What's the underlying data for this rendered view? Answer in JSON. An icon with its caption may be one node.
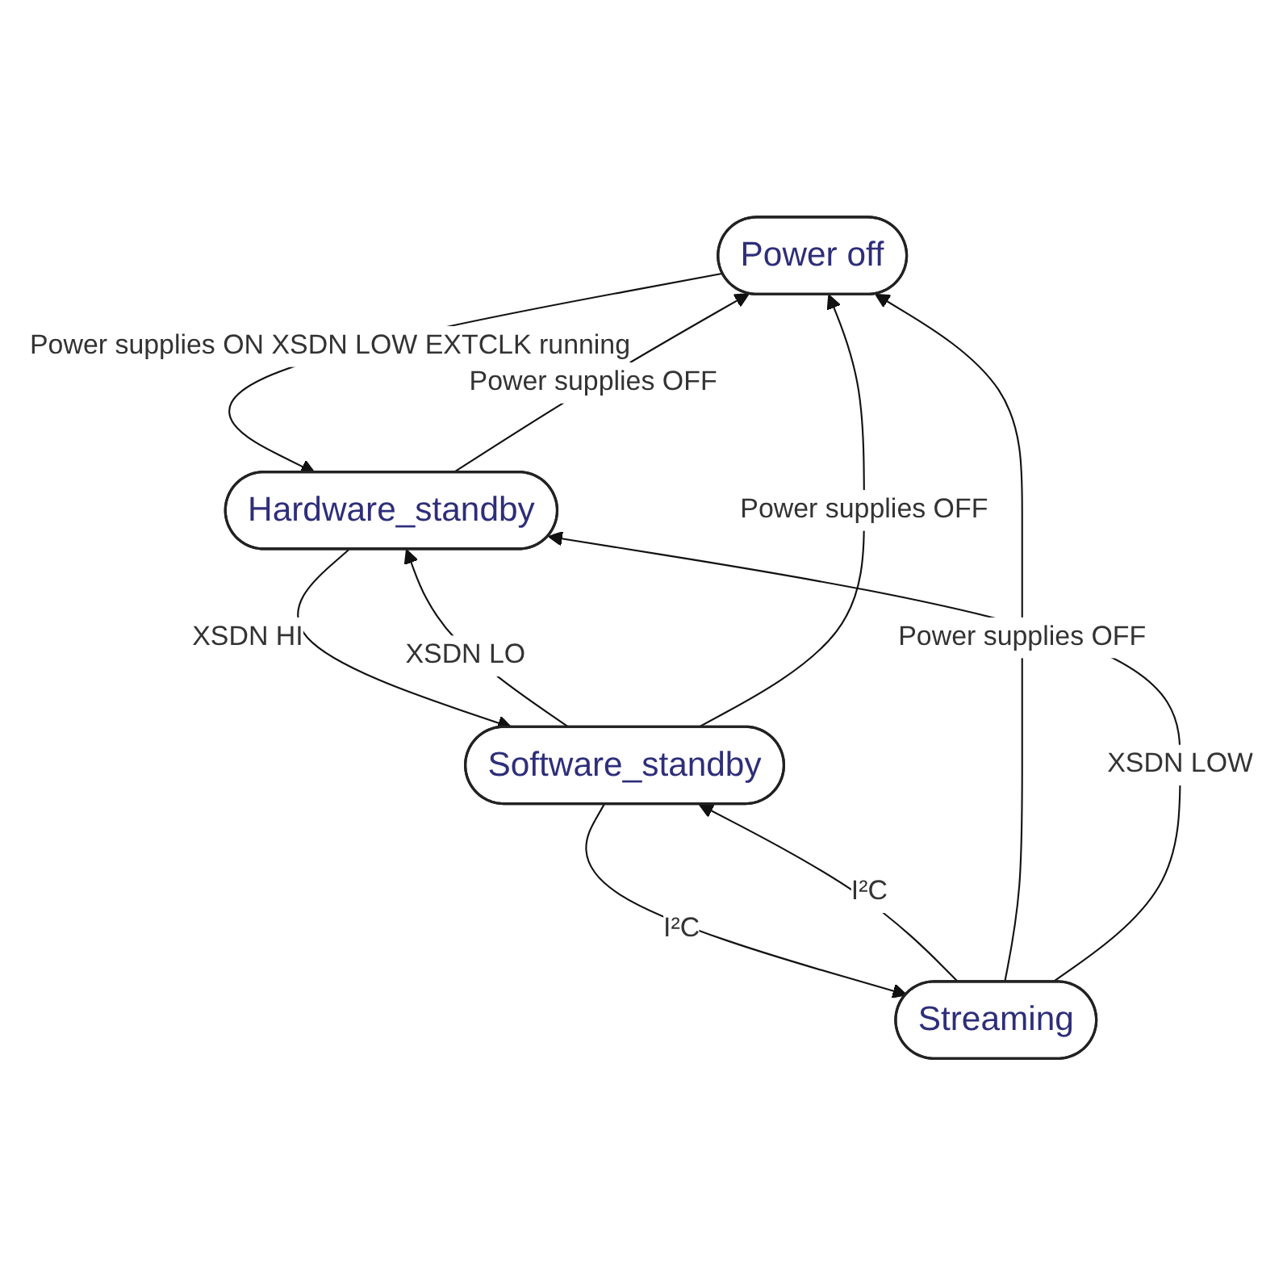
{
  "diagram": {
    "nodes": [
      {
        "text": [
          "Power off"
        ]
      },
      {
        "text": [
          "Hardware_standby"
        ]
      },
      {
        "text": [
          "Software_standby"
        ]
      },
      {
        "text": [
          "Streaming"
        ]
      }
    ],
    "edges": [
      {
        "from": 1,
        "to": 0,
        "arrow": "to",
        "label": "Power supplies OFF"
      },
      {
        "from": 0,
        "to": 1,
        "arrow": "to",
        "label": "Power supplies ON XSDN LOW EXTCLK running"
      },
      {
        "from": 2,
        "to": 1,
        "arrow": "to",
        "label": "XSDN LO"
      },
      {
        "from": 1,
        "to": 2,
        "arrow": "to",
        "label": "XSDN HI"
      },
      {
        "from": 3,
        "to": 2,
        "arrow": "to",
        "label": "I²C"
      },
      {
        "from": 2,
        "to": 3,
        "arrow": "to",
        "label": "I²C"
      },
      {
        "from": 3,
        "to": 0,
        "arrow": "to",
        "label": "Power supplies OFF"
      },
      {
        "from": 2,
        "to": 0,
        "arrow": "to",
        "label": "Power supplies OFF"
      },
      {
        "from": 3,
        "to": 1,
        "arrow": "to",
        "label": "XSDN LOW"
      }
    ]
  }
}
